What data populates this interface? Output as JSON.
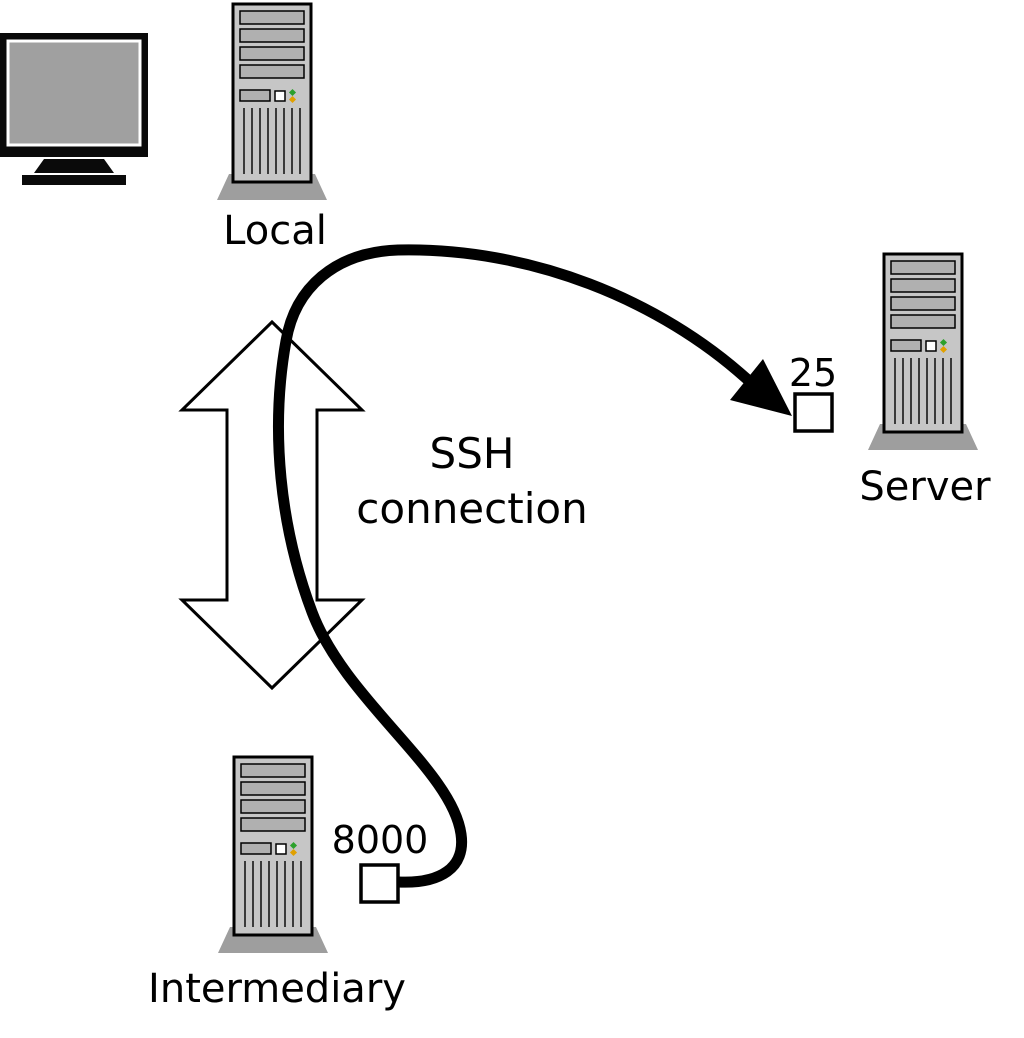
{
  "diagram": {
    "nodes": {
      "local": {
        "label": "Local"
      },
      "server": {
        "label": "Server",
        "port": "25"
      },
      "intermediary": {
        "label": "Intermediary",
        "port": "8000"
      }
    },
    "connection_label": {
      "line1": "SSH",
      "line2": "connection"
    },
    "colors": {
      "line": "#000000",
      "tower_body": "#c6c6c6",
      "tower_bay": "#b0b0b0",
      "tower_pedestal": "#9e9e9e",
      "monitor_screen": "#a0a0a0",
      "led_green": "#2ca02c",
      "led_yellow": "#e0a000",
      "port_square_fill": "#ffffff"
    }
  }
}
